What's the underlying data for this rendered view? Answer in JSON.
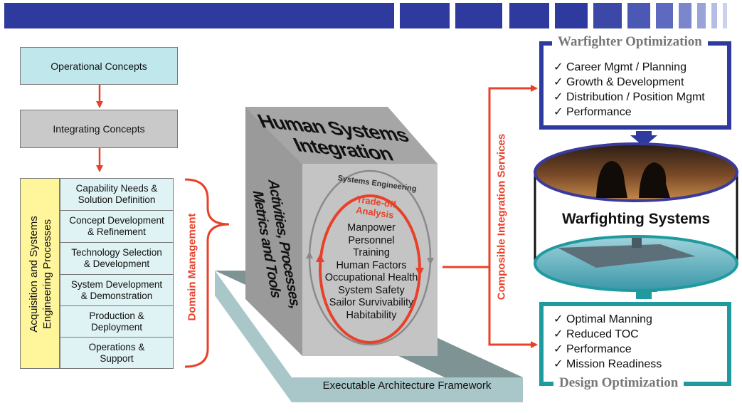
{
  "colors": {
    "navy": "#2e3a9e",
    "teal": "#1f9a9f",
    "red": "#e8412a",
    "light_teal": "#dff2f4",
    "yellow": "#fff59a",
    "grey_box": "#c9c9c9"
  },
  "left": {
    "operational": "Operational Concepts",
    "integrating": "Integrating Concepts",
    "acq_label_line1": "Acquisition and Systems",
    "acq_label_line2": "Engineering Processes",
    "processes": [
      {
        "line1": "Capability Needs &",
        "line2": "Solution Definition"
      },
      {
        "line1": "Concept Development",
        "line2": "& Refinement"
      },
      {
        "line1": "Technology Selection",
        "line2": "& Development"
      },
      {
        "line1": "System Development",
        "line2": "& Demonstration"
      },
      {
        "line1": "Production &",
        "line2": "Deployment"
      },
      {
        "line1": "Operations &",
        "line2": "Support"
      }
    ],
    "domain_management": "Domain Management"
  },
  "cube": {
    "top_line1": "Human Systems",
    "top_line2": "Integration",
    "side_line1": "Activities, Processes,",
    "side_line2": "Metrics and Tools",
    "systems_engineering": "Systems Engineering",
    "tradeoff": "Trade-off Analysis",
    "domains": [
      "Manpower",
      "Personnel",
      "Training",
      "Human Factors",
      "Occupational Health",
      "System Safety",
      "Sailor Survivability",
      "Habitability"
    ],
    "base_label": "Executable Architecture Framework"
  },
  "composible": "Composible Integration Services",
  "warfighter": {
    "title": "Warfighter Optimization",
    "check_glyph": "✓",
    "items": [
      "Career Mgmt / Planning",
      "Growth & Development",
      "Distribution / Position Mgmt",
      "Performance"
    ]
  },
  "warfighting_systems": "Warfighting Systems",
  "design": {
    "title": "Design Optimization",
    "items": [
      "Optimal Manning",
      "Reduced TOC",
      "Performance",
      "Mission Readiness"
    ]
  },
  "icons": {
    "soldiers_image": "soldiers-silhouette-icon",
    "carrier_image": "aircraft-carrier-icon"
  }
}
